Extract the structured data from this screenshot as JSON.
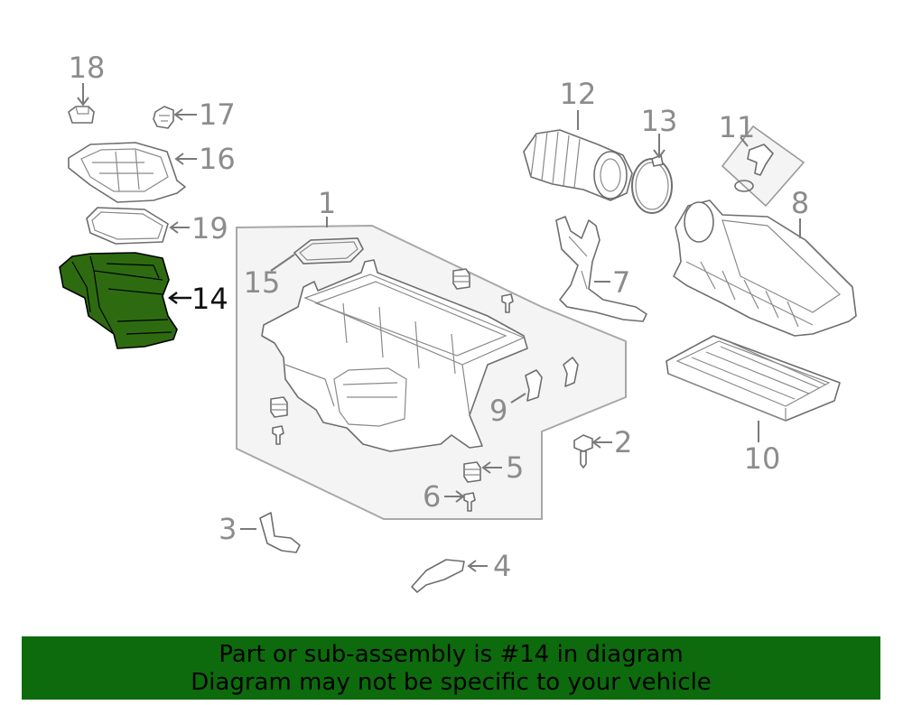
{
  "diagram": {
    "highlight_color": "#2e6b10",
    "labels": {
      "p1": "1",
      "p2": "2",
      "p3": "3",
      "p4": "4",
      "p5": "5",
      "p6": "6",
      "p7": "7",
      "p8": "8",
      "p9": "9",
      "p10": "10",
      "p11": "11",
      "p12": "12",
      "p13": "13",
      "p14": "14",
      "p15": "15",
      "p16": "16",
      "p17": "17",
      "p18": "18",
      "p19": "19"
    }
  },
  "banner": {
    "line1": "Part or sub-assembly is #14 in diagram",
    "line2": "Diagram may not be specific to your vehicle",
    "color": "#0d6b0d"
  }
}
